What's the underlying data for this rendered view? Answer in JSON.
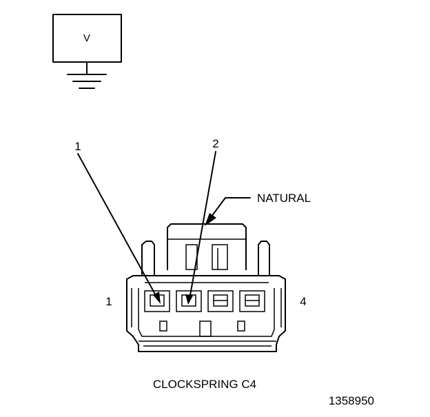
{
  "meter": {
    "symbol": "V"
  },
  "callouts": {
    "pin_a": "1",
    "pin_b": "2",
    "color_label": "NATURAL"
  },
  "connector": {
    "left_pin": "1",
    "right_pin": "4",
    "name": "CLOCKSPRING C4"
  },
  "figure_id": "1358950"
}
